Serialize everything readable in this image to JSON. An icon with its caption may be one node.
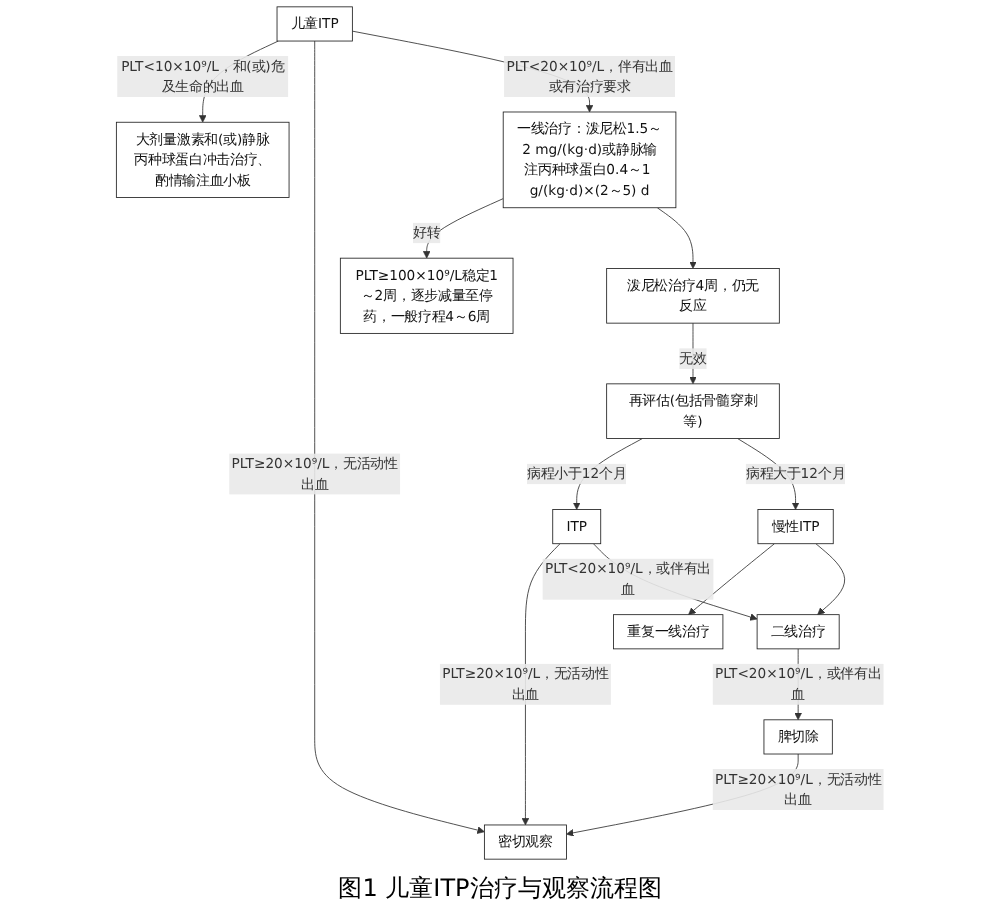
{
  "diagram": {
    "caption": "图1 儿童ITP治疗与观察流程图",
    "nodes": [
      {
        "text": [
          "儿童ITP"
        ]
      },
      {
        "text": [
          "大剂量激素和(或)静脉丙种球蛋白冲击治疗、酌情输注血小板"
        ]
      },
      {
        "text": [
          "一线治疗：泼尼松1.5～2 mg/(kg·d)或静脉输注丙种球蛋白0.4～1 g/(kg·d)×(2～5) d"
        ]
      },
      {
        "text": [
          "PLT≥100×10⁹/L稳定1～2周，逐步减量至停药，一般疗程4～6周"
        ]
      },
      {
        "text": [
          "泼尼松治疗4周，仍无反应"
        ]
      },
      {
        "text": [
          "再评估(包括骨髓穿刺等)"
        ]
      },
      {
        "text": [
          "ITP"
        ]
      },
      {
        "text": [
          "密切观察"
        ]
      },
      {
        "text": [
          "慢性ITP"
        ]
      },
      {
        "text": [
          "重复一线治疗"
        ]
      },
      {
        "text": [
          "二线治疗"
        ]
      },
      {
        "text": [
          "脾切除"
        ]
      }
    ],
    "edges": [
      {
        "from": 0,
        "to": 1,
        "arrow": "to",
        "label": "PLT<10×10⁹/L，和(或)危及生命的出血"
      },
      {
        "from": 0,
        "to": 7,
        "arrow": "to",
        "label": "PLT≥20×10⁹/L，无活动性出血"
      },
      {
        "from": 0,
        "to": 2,
        "arrow": "to",
        "label": "PLT<20×10⁹/L，伴有出血或有治疗要求"
      },
      {
        "from": 2,
        "to": 3,
        "arrow": "to",
        "label": "好转"
      },
      {
        "from": 2,
        "to": 4,
        "arrow": "to"
      },
      {
        "from": 4,
        "to": 5,
        "arrow": "to",
        "label": "无效"
      },
      {
        "from": 5,
        "to": 6,
        "arrow": "to",
        "label": "病程小于12个月"
      },
      {
        "from": 6,
        "to": 7,
        "arrow": "to",
        "label": "PLT≥20×10⁹/L，无活动性出血"
      },
      {
        "from": 5,
        "to": 8,
        "arrow": "to",
        "label": "病程大于12个月"
      },
      {
        "from": 8,
        "to": 9,
        "arrow": "to"
      },
      {
        "from": 8,
        "to": 10,
        "arrow": "to"
      },
      {
        "from": 6,
        "to": 10,
        "arrow": "to",
        "label": "PLT<20×10⁹/L，或伴有出血"
      },
      {
        "from": 10,
        "to": 11,
        "arrow": "to",
        "label": "PLT<20×10⁹/L，或伴有出血"
      },
      {
        "from": 11,
        "to": 7,
        "arrow": "to",
        "label": "PLT≥20×10⁹/L，无活动性出血"
      }
    ]
  }
}
